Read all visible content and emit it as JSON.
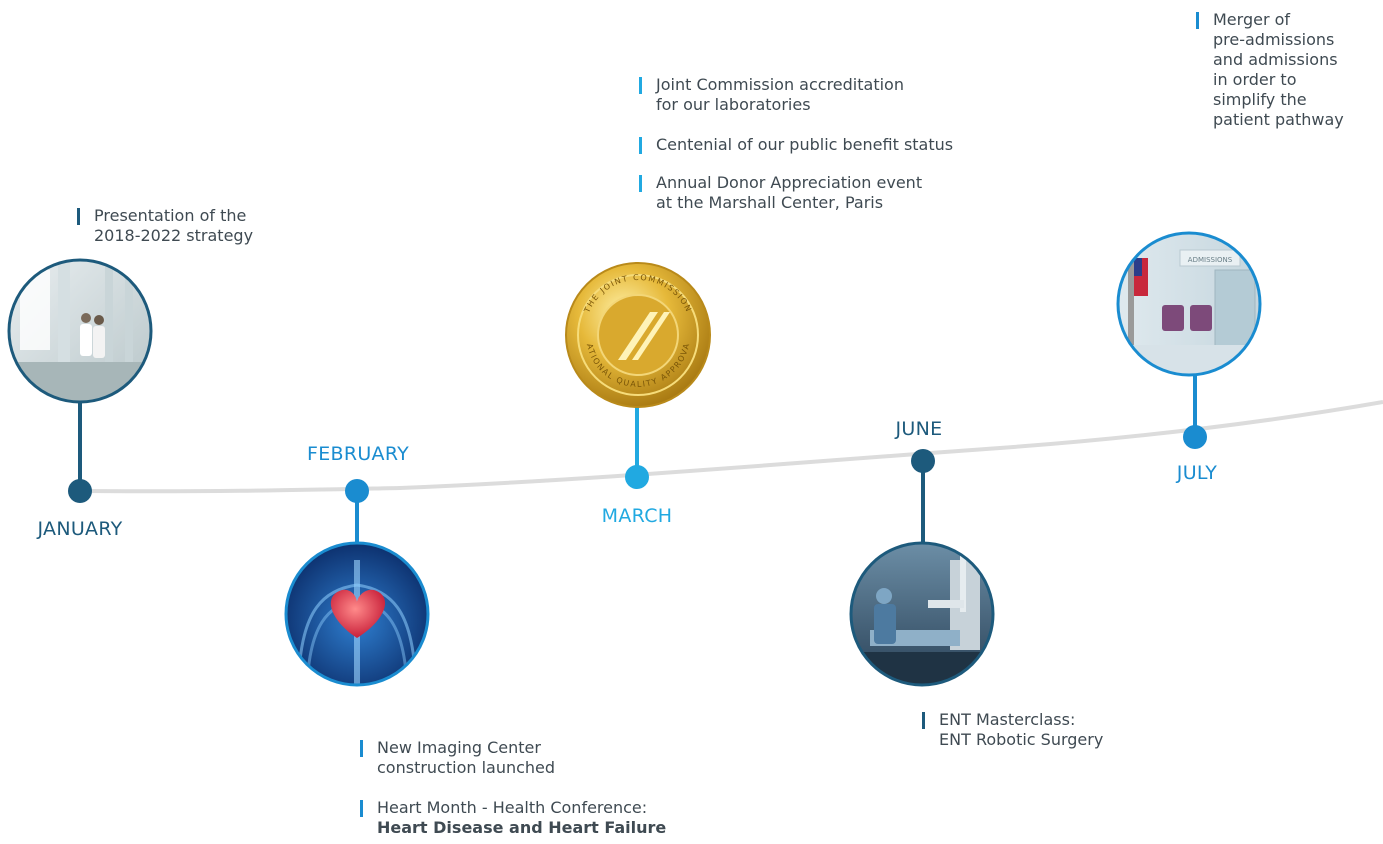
{
  "colors": {
    "dark": "#1d5a7c",
    "mid": "#1a8cd0",
    "light": "#21a9e1",
    "line": "#dcdcdc",
    "text": "#3f4a52"
  },
  "months": {
    "january": "JANUARY",
    "february": "FEBRUARY",
    "march": "MARCH",
    "june": "JUNE",
    "july": "JULY"
  },
  "events": {
    "january": {
      "l1": "Presentation of the",
      "l2": "2018-2022 strategy"
    },
    "february_1": {
      "l1": "New Imaging Center",
      "l2": "construction launched"
    },
    "february_2": {
      "l1": "Heart Month - Health Conference:",
      "l2": "Heart Disease and Heart Failure"
    },
    "march_1": {
      "l1": "Joint Commission accreditation",
      "l2": "for our laboratories"
    },
    "march_2": {
      "l1": "Centenial of our public benefit status"
    },
    "march_3": {
      "l1": "Annual Donor Appreciation event",
      "l2": "at the Marshall Center, Paris"
    },
    "june": {
      "l1": "ENT Masterclass:",
      "l2": "ENT Robotic Surgery"
    },
    "july": {
      "l1": "Merger of",
      "l2": "pre-admissions",
      "l3": "and admissions",
      "l4": "in order to",
      "l5": "simplify the",
      "l6": "patient pathway"
    }
  },
  "seal": {
    "top_text": "THE JOINT COMMISSION",
    "bottom_text": "NATIONAL QUALITY APPROVAL"
  },
  "photo_sign": "ADMISSIONS",
  "icons": {
    "january": "hospital-corridor-photo",
    "february": "heart-anatomy-icon",
    "march": "joint-commission-seal",
    "june": "robotic-surgery-photo",
    "july": "admissions-lobby-photo"
  }
}
